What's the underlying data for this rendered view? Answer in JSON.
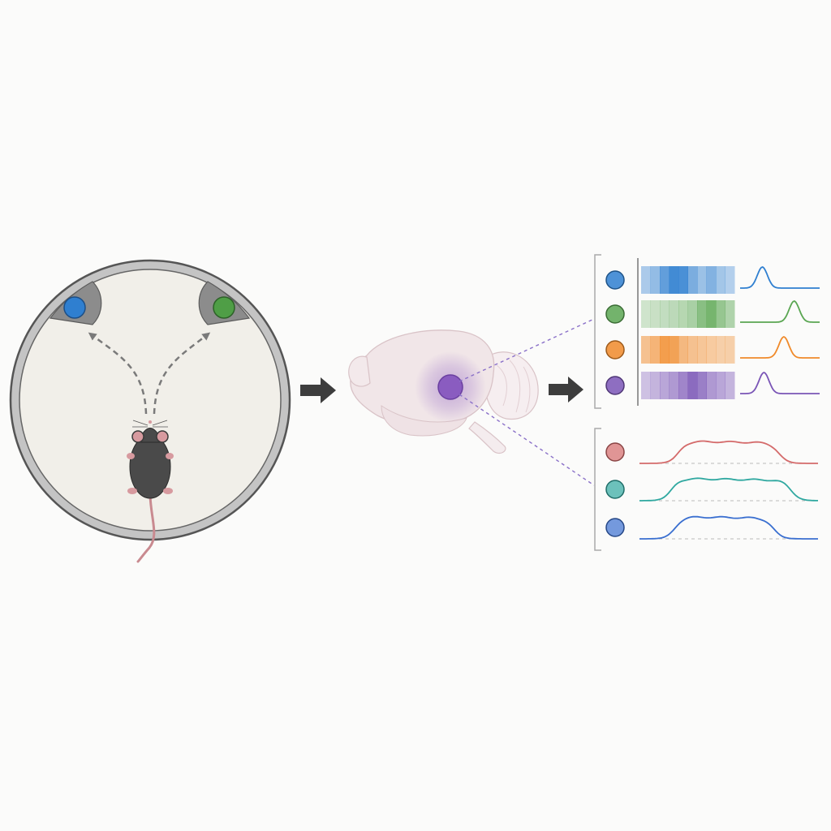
{
  "arena": {
    "ports": [
      {
        "id": "left-port",
        "color": "#2f7fd0"
      },
      {
        "id": "right-port",
        "color": "#4f9e46"
      }
    ],
    "wall_color": "#b9b9b9",
    "floor_color": "#f1efe9"
  },
  "mouse": {
    "body_color": "#4a4a4a",
    "ear_color": "#d79a9f",
    "tail_color": "#c98a90"
  },
  "brain": {
    "target_color": "#8a5cc0",
    "tissue_color": "#f1e6e8"
  },
  "flow_arrow_color": "#3d3d3d",
  "connector_color": "#8a70c8",
  "choice_cells": [
    {
      "color": "#2f7fd0",
      "stripe_intensity": [
        0.3,
        0.45,
        0.75,
        0.95,
        0.9,
        0.6,
        0.4,
        0.55,
        0.35,
        0.25
      ],
      "peak_position": 0.28
    },
    {
      "color": "#5aa652",
      "stripe_intensity": [
        0.15,
        0.2,
        0.25,
        0.3,
        0.35,
        0.45,
        0.7,
        0.85,
        0.6,
        0.4
      ],
      "peak_position": 0.68
    },
    {
      "color": "#f08a2a",
      "stripe_intensity": [
        0.45,
        0.6,
        0.85,
        0.8,
        0.55,
        0.45,
        0.4,
        0.35,
        0.3,
        0.3
      ],
      "peak_position": 0.55
    },
    {
      "color": "#7a55b6",
      "stripe_intensity": [
        0.25,
        0.35,
        0.45,
        0.55,
        0.7,
        0.9,
        0.75,
        0.55,
        0.45,
        0.35
      ],
      "peak_position": 0.3
    }
  ],
  "sustained_cells": [
    {
      "color": "#d46a6a"
    },
    {
      "color": "#2fa8a0"
    },
    {
      "color": "#3a6fd0"
    }
  ]
}
